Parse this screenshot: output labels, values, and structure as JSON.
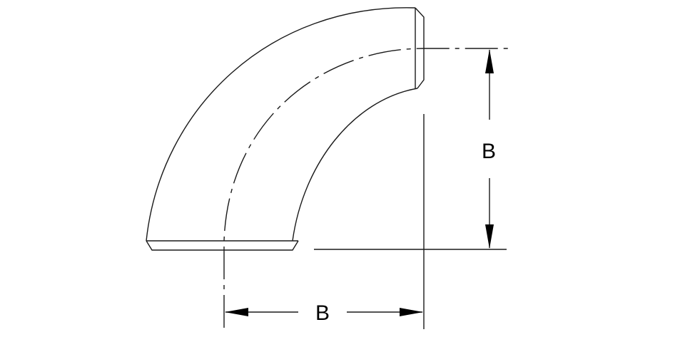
{
  "drawing": {
    "subject": "90° pipe elbow",
    "dimensions": {
      "horizontal_label": "B",
      "vertical_label": "B"
    }
  }
}
